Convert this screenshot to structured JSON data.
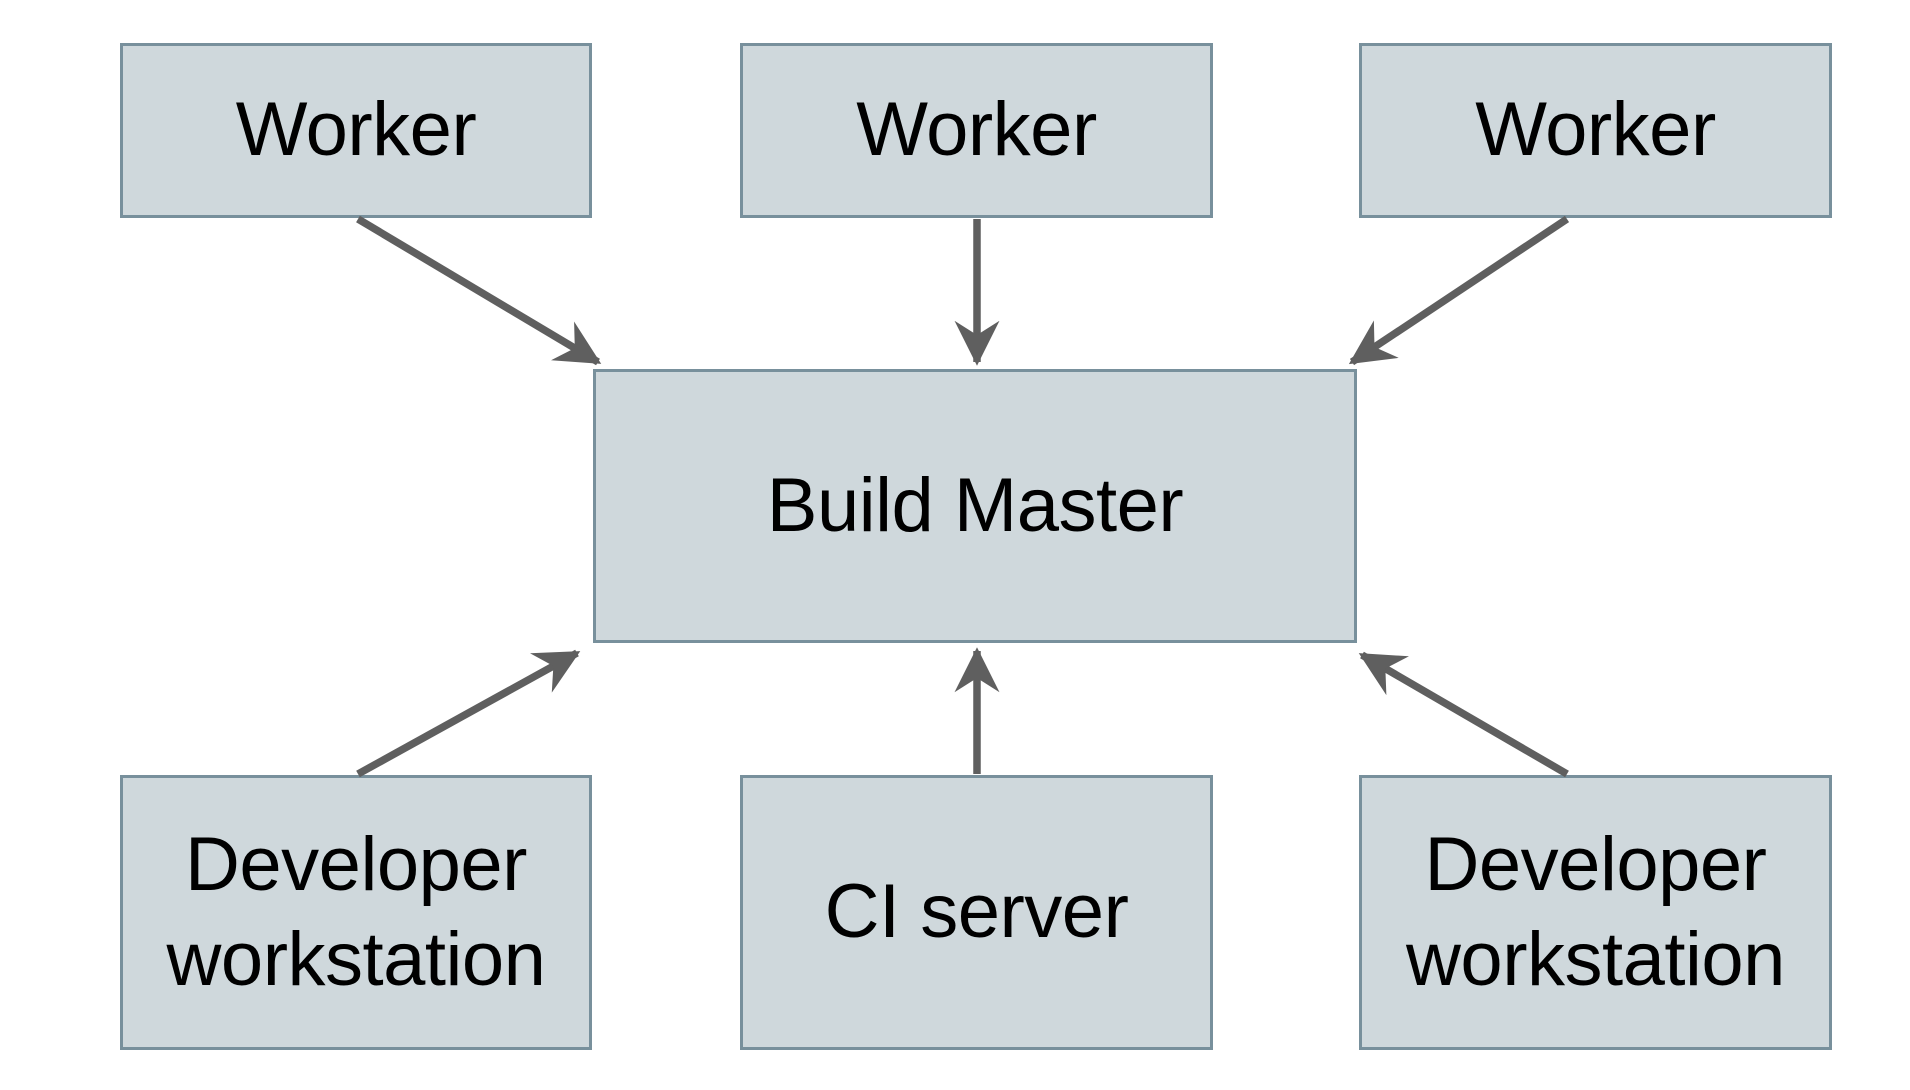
{
  "diagram": {
    "colors": {
      "background": "#ffffff",
      "node_fill": "#cfd8dc",
      "node_border": "#78909c",
      "arrow": "#5f5f5f",
      "text": "#000000"
    },
    "nodes": [
      {
        "id": "worker-1",
        "label": "Worker"
      },
      {
        "id": "worker-2",
        "label": "Worker"
      },
      {
        "id": "worker-3",
        "label": "Worker"
      },
      {
        "id": "build-master",
        "label": "Build Master"
      },
      {
        "id": "developer-workstation-left",
        "label": "Developer workstation"
      },
      {
        "id": "ci-server",
        "label": "CI server"
      },
      {
        "id": "developer-workstation-right",
        "label": "Developer workstation"
      }
    ],
    "edges": [
      {
        "from": "worker-1",
        "to": "build-master"
      },
      {
        "from": "worker-2",
        "to": "build-master"
      },
      {
        "from": "worker-3",
        "to": "build-master"
      },
      {
        "from": "developer-workstation-left",
        "to": "build-master"
      },
      {
        "from": "ci-server",
        "to": "build-master"
      },
      {
        "from": "developer-workstation-right",
        "to": "build-master"
      }
    ]
  }
}
